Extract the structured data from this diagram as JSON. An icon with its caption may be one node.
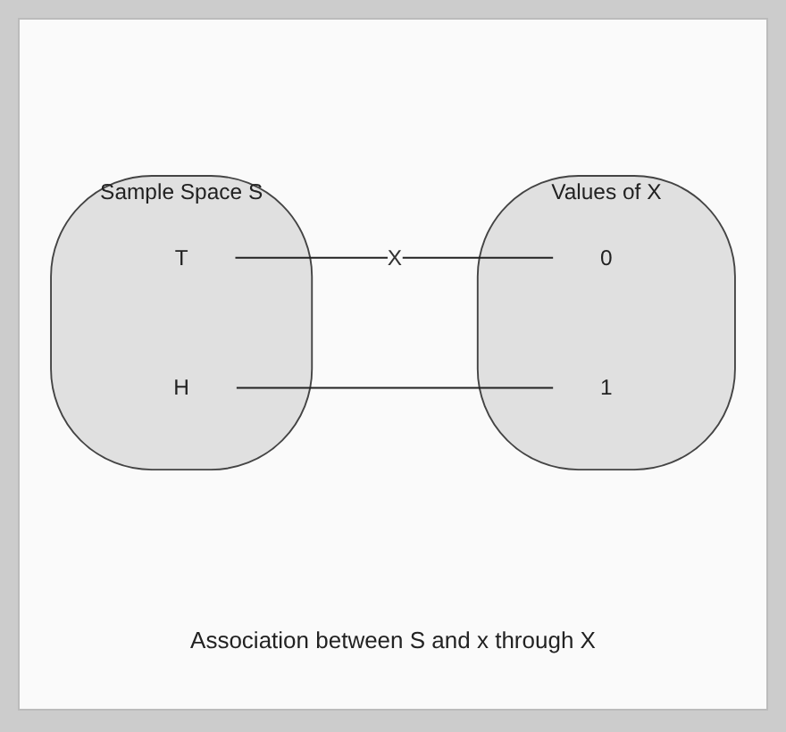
{
  "diagram": {
    "caption": "Association between S and x through X",
    "nodes": [
      {
        "text": [
          "Sample Space S"
        ]
      },
      {
        "text": [
          "T"
        ],
        "in": 0
      },
      {
        "text": [
          "H"
        ],
        "in": 0
      },
      {
        "text": [
          "Values of X"
        ]
      },
      {
        "text": [
          "0"
        ],
        "in": 3
      },
      {
        "text": [
          "1"
        ],
        "in": 3
      }
    ],
    "edges": [
      {
        "from": 1,
        "to": 4,
        "arrow": "none",
        "label": "X"
      },
      {
        "from": 2,
        "to": 5,
        "arrow": "none"
      }
    ]
  }
}
